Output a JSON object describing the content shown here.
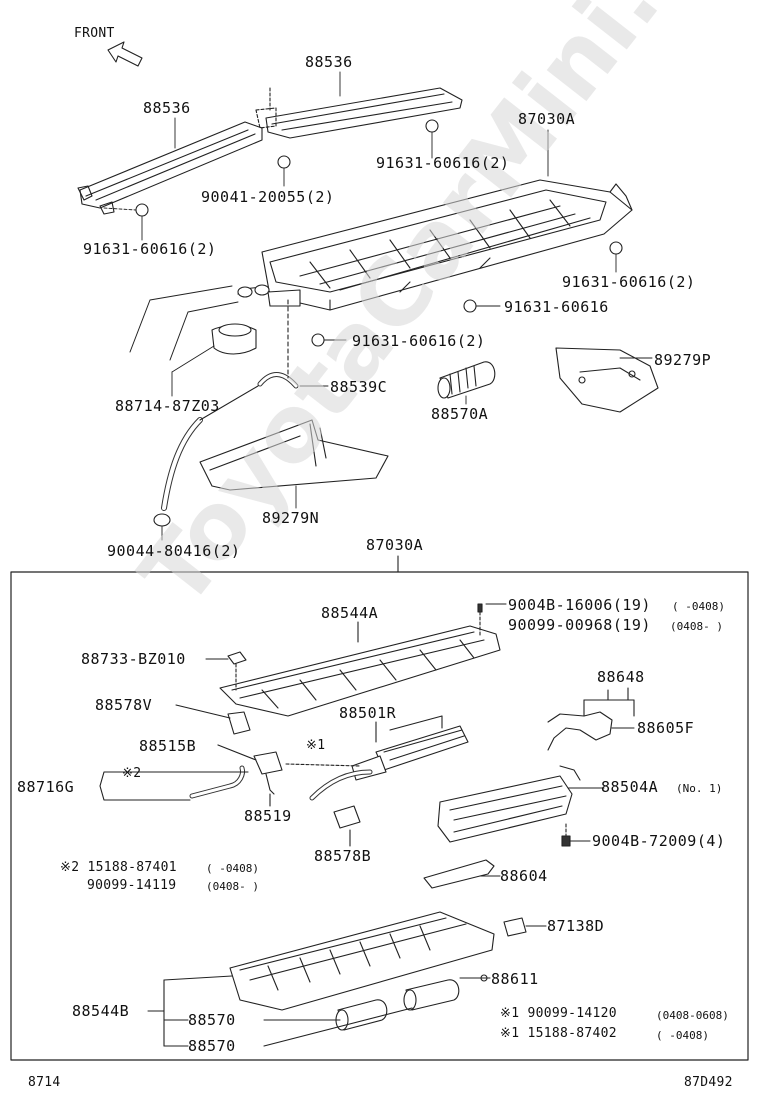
{
  "watermark": "ToyotaCarMini.ru",
  "front_label": "FRONT",
  "footer": {
    "left": "8714",
    "right": "87D492"
  },
  "top_section": {
    "labels": [
      {
        "id": "p88536_top",
        "text": "88536"
      },
      {
        "id": "p88536_left",
        "text": "88536"
      },
      {
        "id": "p87030a_top",
        "text": "87030A"
      },
      {
        "id": "p91631_a",
        "text": "91631-60616(2)"
      },
      {
        "id": "p90041",
        "text": "90041-20055(2)"
      },
      {
        "id": "p91631_b",
        "text": "91631-60616(2)"
      },
      {
        "id": "p91631_c",
        "text": "91631-60616(2)"
      },
      {
        "id": "p91631_d",
        "text": "91631-60616"
      },
      {
        "id": "p91631_e",
        "text": "91631-60616(2)"
      },
      {
        "id": "p89279p",
        "text": "89279P"
      },
      {
        "id": "p88539c",
        "text": "88539C"
      },
      {
        "id": "p88714",
        "text": "88714-87Z03"
      },
      {
        "id": "p88570a",
        "text": "88570A"
      },
      {
        "id": "p89279n",
        "text": "89279N"
      },
      {
        "id": "p90044",
        "text": "90044-80416(2)"
      }
    ]
  },
  "box_section": {
    "title": "87030A",
    "labels": [
      {
        "id": "p88544a",
        "text": "88544A"
      },
      {
        "id": "p9004b_16006",
        "text": "9004B-16006(19)"
      },
      {
        "id": "p9004b_16006_note",
        "text": "(   -0408)"
      },
      {
        "id": "p90099_00968",
        "text": "90099-00968(19)"
      },
      {
        "id": "p90099_00968_note",
        "text": "(0408-   )"
      },
      {
        "id": "p88733",
        "text": "88733-BZ010"
      },
      {
        "id": "p88648",
        "text": "88648"
      },
      {
        "id": "p88578v",
        "text": "88578V"
      },
      {
        "id": "p88501r",
        "text": "88501R"
      },
      {
        "id": "p88605f",
        "text": "88605F"
      },
      {
        "id": "p88515b",
        "text": "88515B"
      },
      {
        "id": "p_note1_mark",
        "text": "※1"
      },
      {
        "id": "p88716g",
        "text": "88716G"
      },
      {
        "id": "p_note2_mark",
        "text": "※2"
      },
      {
        "id": "p88504a",
        "text": "88504A"
      },
      {
        "id": "p88504a_note",
        "text": "(No. 1)"
      },
      {
        "id": "p88519",
        "text": "88519"
      },
      {
        "id": "p9004b_72009",
        "text": "9004B-72009(4)"
      },
      {
        "id": "p88578b",
        "text": "88578B"
      },
      {
        "id": "p_n2a",
        "text": "※2  15188-87401"
      },
      {
        "id": "p_n2a_note",
        "text": "(   -0408)"
      },
      {
        "id": "p_n2b",
        "text": "90099-14119"
      },
      {
        "id": "p_n2b_note",
        "text": "(0408-   )"
      },
      {
        "id": "p88604",
        "text": "88604"
      },
      {
        "id": "p87138d",
        "text": "87138D"
      },
      {
        "id": "p88611",
        "text": "88611"
      },
      {
        "id": "p88544b",
        "text": "88544B"
      },
      {
        "id": "p88570_1",
        "text": "88570"
      },
      {
        "id": "p88570_2",
        "text": "88570"
      },
      {
        "id": "p_n1a",
        "text": "※1  90099-14120"
      },
      {
        "id": "p_n1a_note",
        "text": "(0408-0608)"
      },
      {
        "id": "p_n1b",
        "text": "※1  15188-87402"
      },
      {
        "id": "p_n1b_note",
        "text": "(     -0408)"
      }
    ]
  }
}
